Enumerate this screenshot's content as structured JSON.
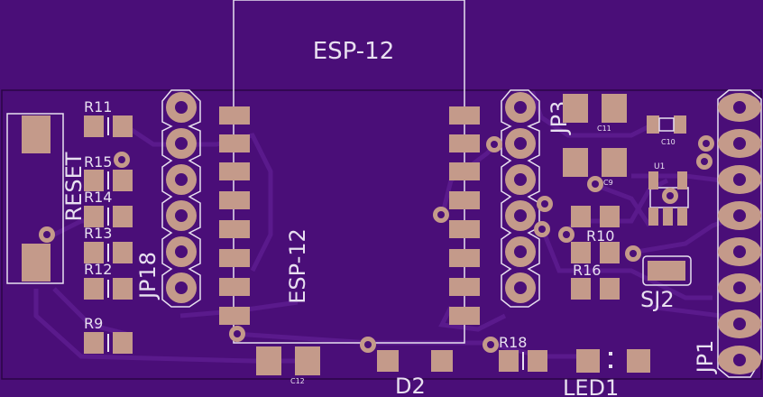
{
  "board": {
    "colors": {
      "background": "#4a0e78",
      "copper_trace": "#5a1a8c",
      "pad": "#c49a8a",
      "silkscreen": "#e8e0f0",
      "hole": "#4a0e78"
    }
  },
  "labels": {
    "esp_top": "ESP-12",
    "esp_side": "ESP-12",
    "reset": "RESET",
    "jp18": "JP18",
    "jp3": "JP3",
    "jp1": "JP1",
    "r11": "R11",
    "r15": "R15",
    "r14": "R14",
    "r13": "R13",
    "r12": "R12",
    "r9": "R9",
    "r10": "R10",
    "r16": "R16",
    "r18": "R18",
    "c11": "C11",
    "c10": "C10",
    "c9": "C9",
    "c12": "C12",
    "u1": "U1",
    "sj2": "SJ2",
    "d2": "D2",
    "led1": "LED1"
  }
}
